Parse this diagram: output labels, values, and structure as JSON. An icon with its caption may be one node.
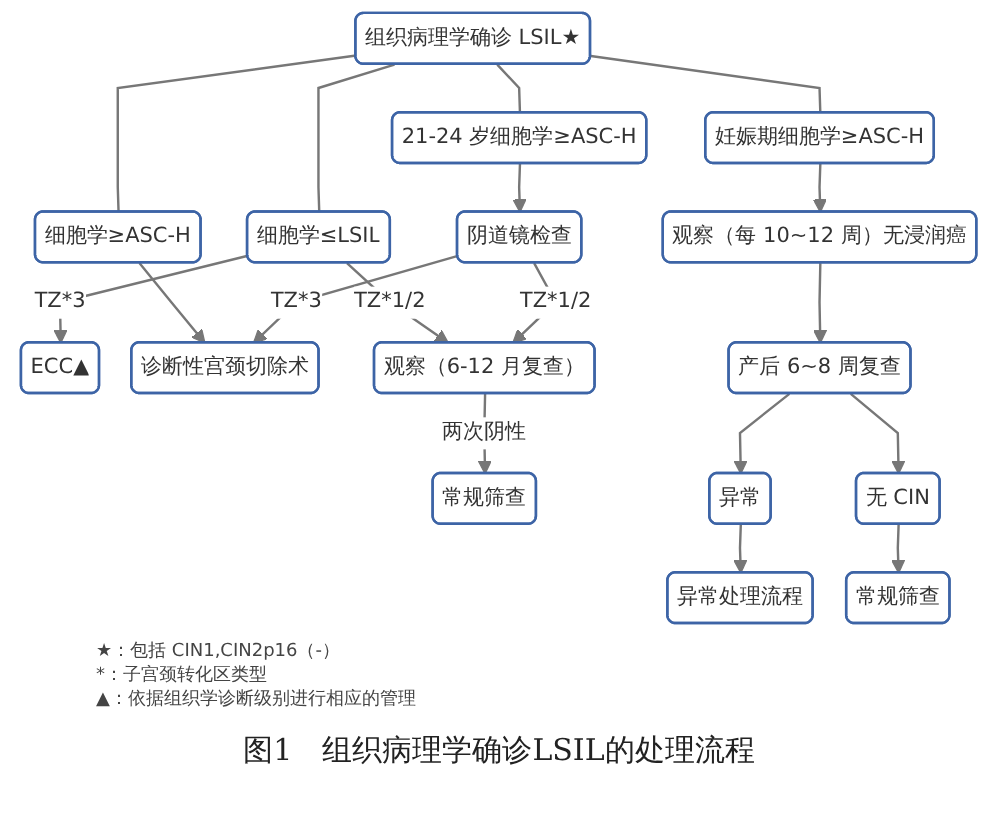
{
  "diagram": {
    "caption": "图1　组织病理学确诊LSIL的处理流程",
    "nodes": [
      {
        "text": [
          "组织病理学确诊 LSIL★"
        ]
      },
      {
        "text": [
          "细胞学≤LSIL"
        ]
      },
      {
        "text": [
          "细胞学≥ASC-H"
        ]
      },
      {
        "text": [
          "21-24 岁细胞学≥ASC-H"
        ]
      },
      {
        "text": [
          "妊娠期细胞学≥ASC-H"
        ]
      },
      {
        "text": [
          "ECC▲"
        ]
      },
      {
        "text": [
          "诊断性宫颈切除术"
        ]
      },
      {
        "text": [
          "阴道镜检查"
        ]
      },
      {
        "text": [
          "观察（6-12 月复查）"
        ]
      },
      {
        "text": [
          "常规筛查"
        ]
      },
      {
        "text": [
          "观察（每 10~12 周）无浸润癌"
        ]
      },
      {
        "text": [
          "产后 6~8 周复查"
        ]
      },
      {
        "text": [
          "异常"
        ]
      },
      {
        "text": [
          "无 CIN"
        ]
      },
      {
        "text": [
          "异常处理流程"
        ]
      },
      {
        "text": [
          "常规筛查"
        ]
      }
    ],
    "edges": [
      {
        "from": 0,
        "to": 1,
        "arrow": "none"
      },
      {
        "from": 0,
        "to": 2,
        "arrow": "none"
      },
      {
        "from": 0,
        "to": 3,
        "arrow": "none"
      },
      {
        "from": 0,
        "to": 4,
        "arrow": "none"
      },
      {
        "from": 1,
        "to": 8,
        "arrow": "to",
        "label": "TZ*1/2"
      },
      {
        "from": 1,
        "to": 5,
        "arrow": "to",
        "label": "TZ*3"
      },
      {
        "from": 2,
        "to": 6,
        "arrow": "to"
      },
      {
        "from": 3,
        "to": 7,
        "arrow": "to"
      },
      {
        "from": 7,
        "to": 6,
        "arrow": "to",
        "label": "TZ*3"
      },
      {
        "from": 7,
        "to": 8,
        "arrow": "to",
        "label": "TZ*1/2"
      },
      {
        "from": 8,
        "to": 9,
        "arrow": "to",
        "label": "两次阴性"
      },
      {
        "from": 4,
        "to": 10,
        "arrow": "to"
      },
      {
        "from": 10,
        "to": 11,
        "arrow": "to"
      },
      {
        "from": 11,
        "to": 12,
        "arrow": "to"
      },
      {
        "from": 11,
        "to": 13,
        "arrow": "to"
      },
      {
        "from": 12,
        "to": 14,
        "arrow": "to"
      },
      {
        "from": 13,
        "to": 15,
        "arrow": "to"
      }
    ],
    "labels": [
      "★：包括 CIN1,CIN2p16（-）",
      "*：子宫颈转化区类型",
      "▲：依据组织学诊断级别进行相应的管理"
    ]
  }
}
